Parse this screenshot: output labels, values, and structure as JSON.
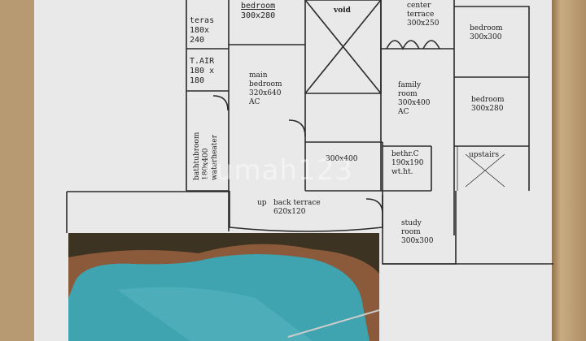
{
  "colors": {
    "paper": "#e9e9ea",
    "line": "#2a2a2a",
    "pool_water": "#3fa3b0",
    "background": "#b79a72"
  },
  "rooms": {
    "teras": {
      "name": "teras",
      "size": "180x\n240"
    },
    "bedroom_top": {
      "name": "bedroom",
      "size": "300x280"
    },
    "void": {
      "name": "void"
    },
    "center_terrace": {
      "name": "center\nterrace",
      "size": "300x250"
    },
    "bedroom_right1": {
      "name": "bedroom",
      "size": "300x300"
    },
    "t_air": {
      "name": "T.AIR",
      "size": "180 x\n180"
    },
    "main_bedroom": {
      "name": "main\nbedroom",
      "size": "320x640",
      "note": "AC"
    },
    "family_room": {
      "name": "family\nroom",
      "size": "300x400",
      "note": "AC"
    },
    "bedroom_right2": {
      "name": "bedroom",
      "size": "300x280"
    },
    "bathtubroom": {
      "name": "bathtubroom",
      "size": "180x400",
      "note": "waterheater"
    },
    "room_center": {
      "size": "300x400"
    },
    "bathroom_c": {
      "name": "bethr.C",
      "size": "190x190",
      "note": "wt.ht."
    },
    "upstairs": {
      "name": "upstairs"
    },
    "back_terrace": {
      "up": "up",
      "name": "back terrace",
      "size": "620x120"
    },
    "study_room": {
      "name": "study\nroom",
      "size": "300x300"
    }
  },
  "watermark": "rumah123"
}
